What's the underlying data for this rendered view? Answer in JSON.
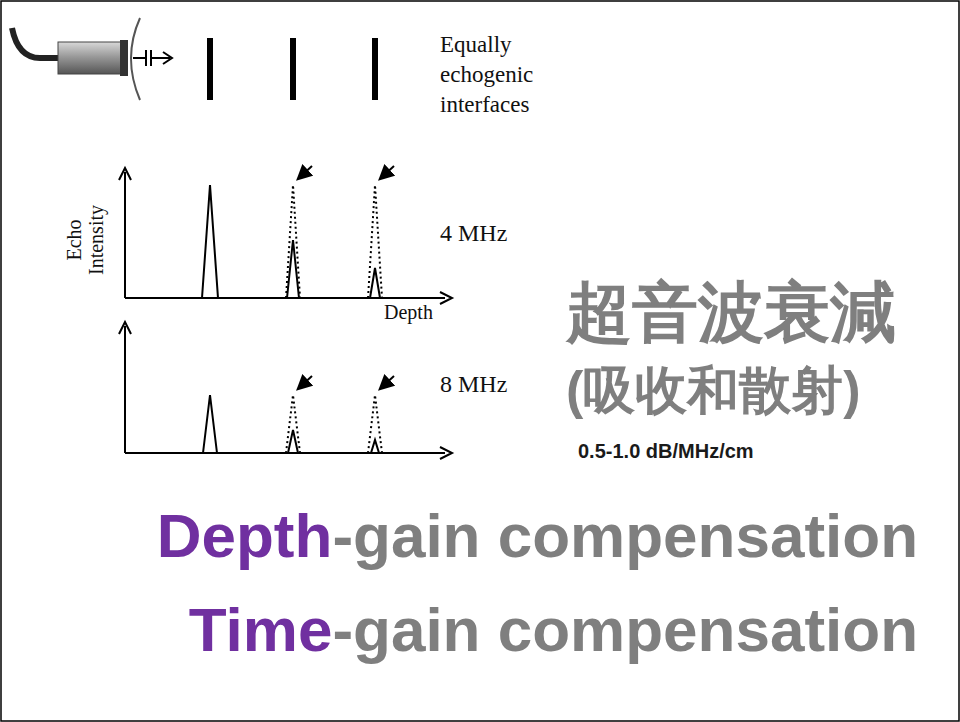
{
  "diagram": {
    "labels": [
      "Equally echogenic interfaces",
      "Echo Intensity",
      "4 MHz",
      "Depth",
      "8 MHz",
      "超音波衰減",
      "(吸收和散射)",
      "0.5-1.0 dB/MHz/cm",
      "Depth",
      "-gain compensation",
      "Time",
      "-gain compensation"
    ]
  }
}
